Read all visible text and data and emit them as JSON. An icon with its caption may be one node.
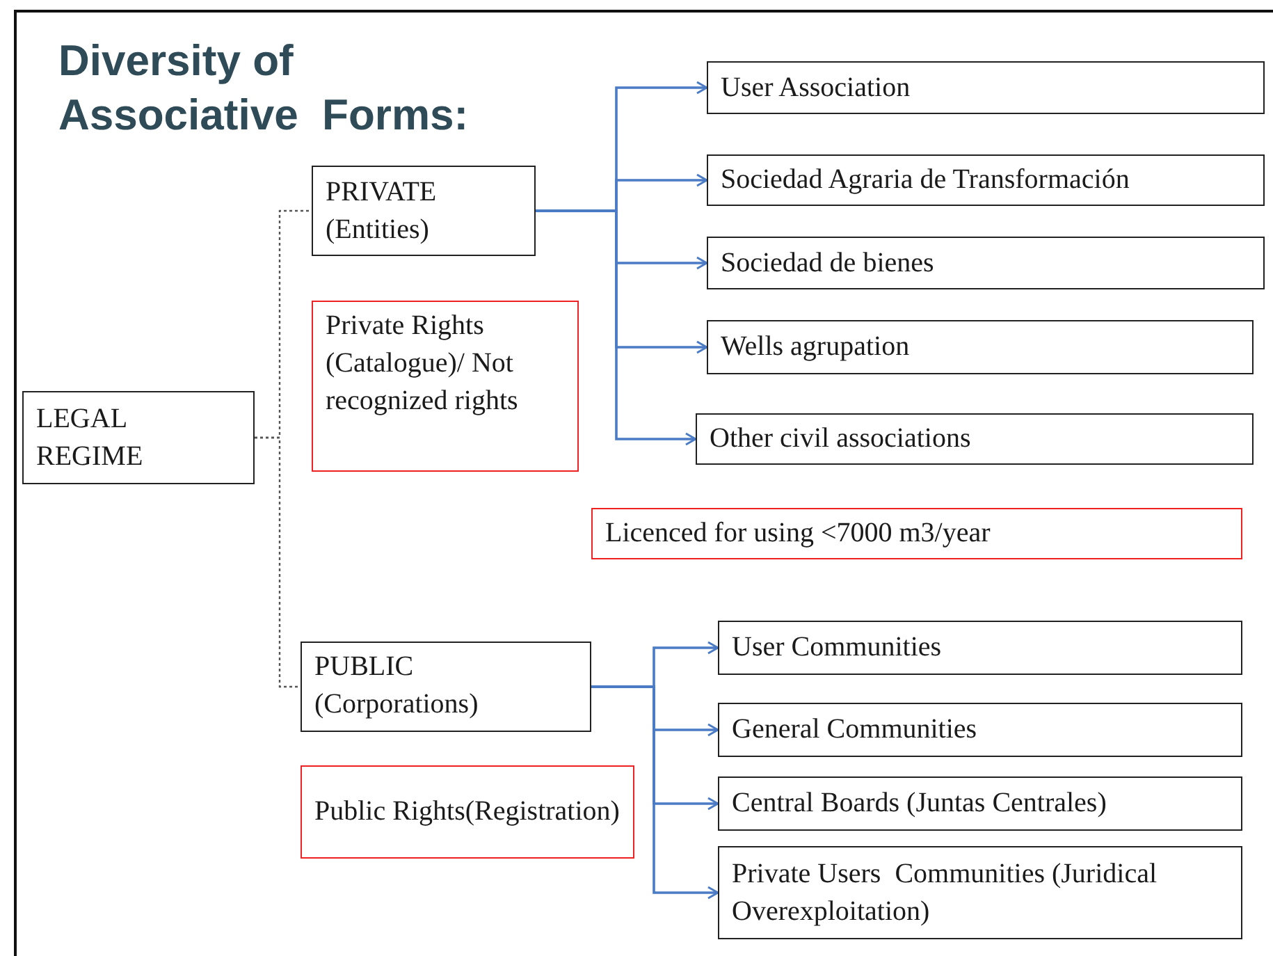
{
  "diagram": {
    "title": "Diversity of Associative  Forms:",
    "nodes": [
      {
        "text": [
          "LEGAL REGIME"
        ]
      },
      {
        "text": [
          "PRIVATE (Entities)"
        ]
      },
      {
        "text": [
          "Private Rights (Catalogue)/ Not recognized rights"
        ]
      },
      {
        "text": [
          "User Association"
        ]
      },
      {
        "text": [
          "Sociedad Agraria de Transformación"
        ]
      },
      {
        "text": [
          "Sociedad de bienes"
        ]
      },
      {
        "text": [
          "Wells agrupation"
        ]
      },
      {
        "text": [
          "Other civil associations"
        ]
      },
      {
        "text": [
          "Licenced for using <7000 m3/year"
        ]
      },
      {
        "text": [
          "PUBLIC (Corporations)"
        ]
      },
      {
        "text": [
          "Public Rights(Registration)"
        ]
      },
      {
        "text": [
          "User Communities"
        ]
      },
      {
        "text": [
          "General Communities"
        ]
      },
      {
        "text": [
          "Central Boards (Juntas Centrales)"
        ]
      },
      {
        "text": [
          "Private Users  Communities (Juridical Overexploitation)"
        ]
      }
    ],
    "edges": [
      {
        "from": 0,
        "to": 1,
        "arrow": "none",
        "style": "dashed",
        "color": "#555555"
      },
      {
        "from": 0,
        "to": 9,
        "arrow": "none",
        "style": "dashed",
        "color": "#555555"
      },
      {
        "from": 1,
        "to": 3,
        "arrow": "to"
      },
      {
        "from": 1,
        "to": 4,
        "arrow": "to"
      },
      {
        "from": 1,
        "to": 5,
        "arrow": "to"
      },
      {
        "from": 1,
        "to": 6,
        "arrow": "to"
      },
      {
        "from": 1,
        "to": 7,
        "arrow": "to"
      },
      {
        "from": 9,
        "to": 11,
        "arrow": "to"
      },
      {
        "from": 9,
        "to": 12,
        "arrow": "to"
      },
      {
        "from": 9,
        "to": 13,
        "arrow": "to"
      },
      {
        "from": 9,
        "to": 14,
        "arrow": "to"
      }
    ]
  }
}
